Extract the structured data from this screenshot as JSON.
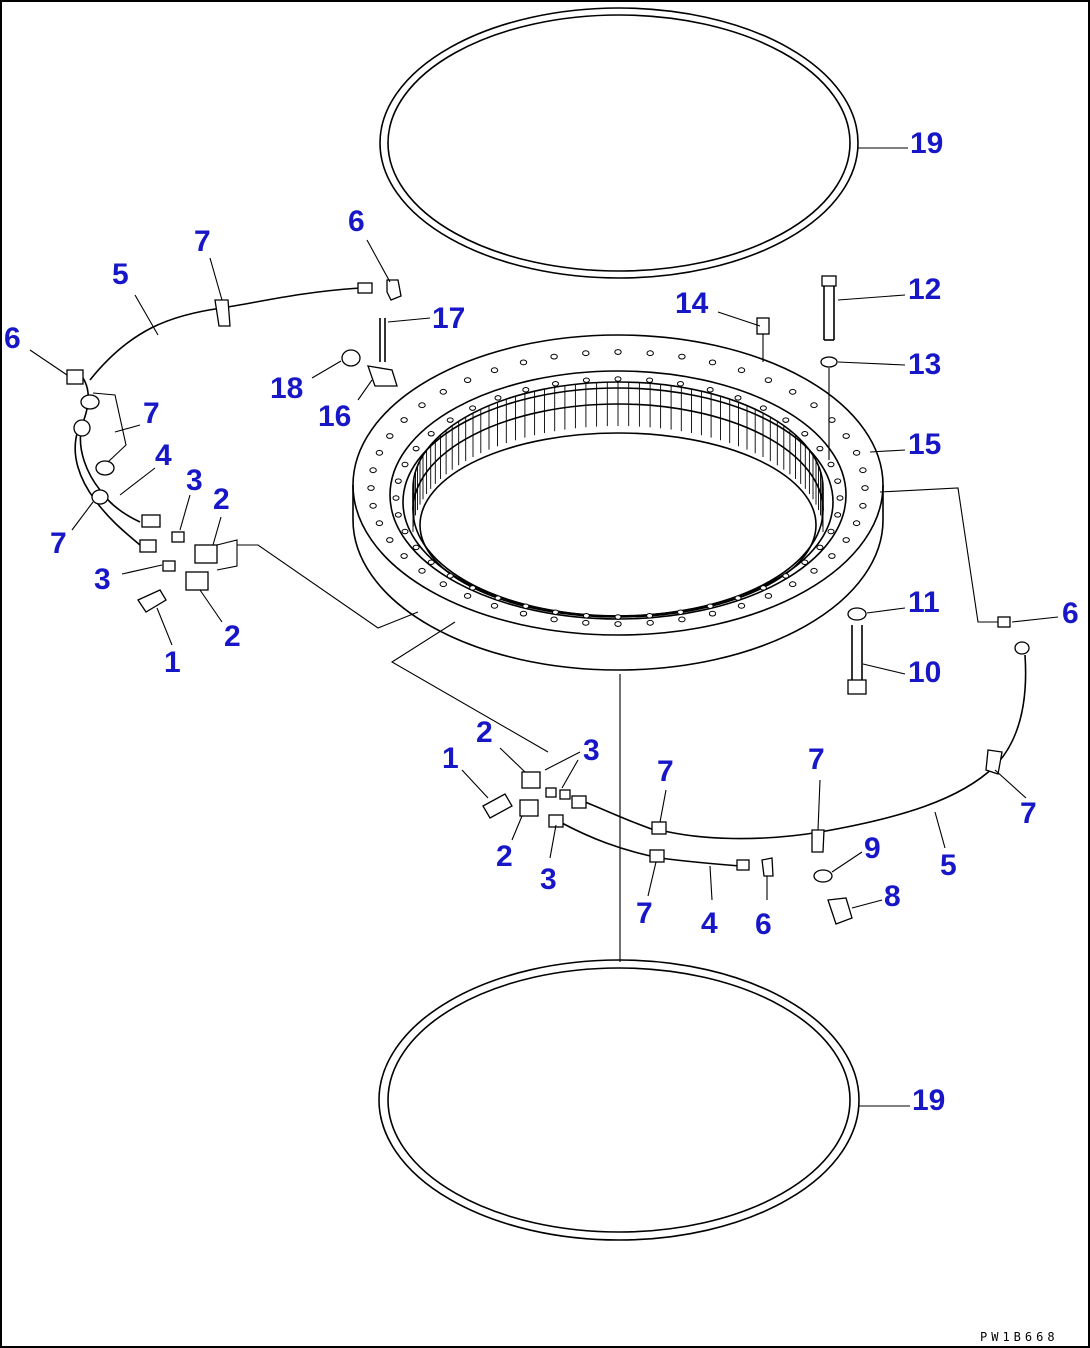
{
  "drawing_code": "PW1B668",
  "callouts": {
    "c19_top": "19",
    "c19_bottom": "19",
    "c12": "12",
    "c13": "13",
    "c14": "14",
    "c15": "15",
    "c11": "11",
    "c10": "10",
    "c6_right": "6",
    "c17": "17",
    "c18": "18",
    "c16": "16",
    "c6_top": "6",
    "c7_top": "7",
    "c5_left": "5",
    "c6_left": "6",
    "c7_left_a": "7",
    "c4_left": "4",
    "c3_left_a": "3",
    "c2_left_a": "2",
    "c7_left_b": "7",
    "c3_left_b": "3",
    "c2_left_b": "2",
    "c1_left": "1",
    "c1_bottom": "1",
    "c2_bottom_a": "2",
    "c3_bottom_a": "3",
    "c2_bottom_b": "2",
    "c3_bottom_b": "3",
    "c7_bottom_a": "7",
    "c7_bottom_b": "7",
    "c4_bottom": "4",
    "c6_bottom": "6",
    "c7_bottom_c": "7",
    "c9": "9",
    "c8": "8",
    "c5_right": "5",
    "c7_right": "7"
  }
}
